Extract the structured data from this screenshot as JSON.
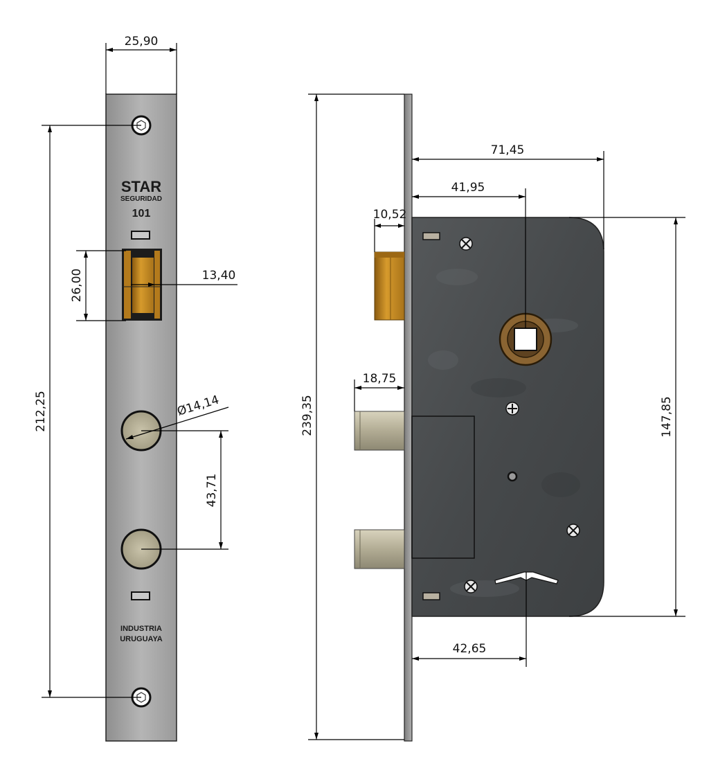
{
  "front_view": {
    "width_dim": "25,90",
    "hole_spacing_dim": "212,25",
    "latch_height_dim": "26,00",
    "latch_offset_dim": "13,40",
    "bolt_diameter_dim": "Ø14,14",
    "bolt_spacing_dim": "43,71",
    "brand": "STAR",
    "brand_sub": "SEGURIDAD",
    "model": "101",
    "origin_line1": "INDUSTRIA",
    "origin_line2": "URUGUAYA"
  },
  "side_view": {
    "total_height_dim": "239,35",
    "case_depth_dim": "71,45",
    "backset_dim": "41,95",
    "latch_projection_dim": "10,52",
    "bolt_projection_dim": "18,75",
    "case_height_dim": "147,85",
    "key_center_dim": "42,65"
  },
  "colors": {
    "faceplate": "#a8a8a8",
    "case": "#4a4d4f",
    "latch": "#c8891a",
    "bolt": "#b9b39c",
    "spindle_ring": "#8a6432"
  }
}
